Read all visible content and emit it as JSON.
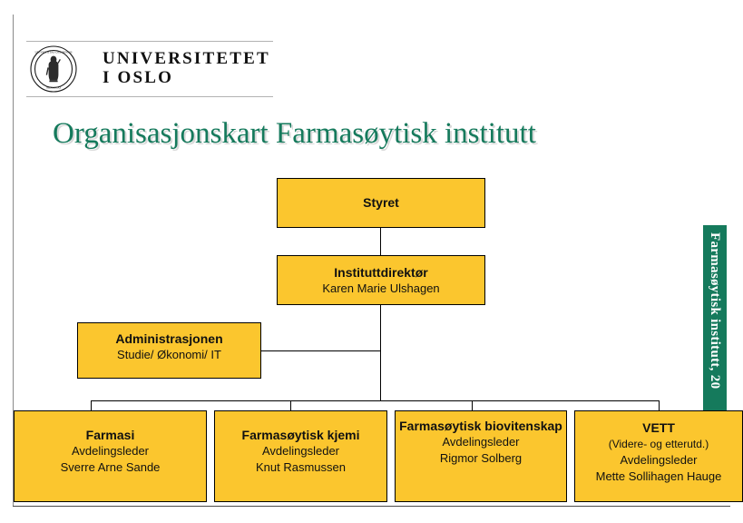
{
  "header": {
    "logo_icon": "uio-seal-icon",
    "wordmark_line1": "UNIVERSITETET",
    "wordmark_line2": "I OSLO"
  },
  "title": "Organisasjonskart Farmasøytisk institutt",
  "side_band": {
    "text": "Farmasøytisk institutt, 20",
    "color": "#157a5c"
  },
  "colors": {
    "box_fill": "#fbc62e",
    "box_border": "#000000",
    "title_text": "#157a5c",
    "band": "#157a5c"
  },
  "chart_data": {
    "type": "diagram",
    "title": "Organisasjonskart Farmasøytisk institutt",
    "nodes": [
      {
        "id": "styret",
        "title": "Styret",
        "lines": [],
        "level": 0
      },
      {
        "id": "direktor",
        "title": "Instituttdirektør",
        "lines": [
          "Karen Marie Ulshagen"
        ],
        "level": 1
      },
      {
        "id": "admin",
        "title": "Administrasjonen",
        "lines": [
          "Studie/ Økonomi/ IT"
        ],
        "level": 2
      },
      {
        "id": "farmasi",
        "title": "Farmasi",
        "lines": [
          "Avdelingsleder",
          "Sverre Arne Sande"
        ],
        "level": 3
      },
      {
        "id": "kjemi",
        "title": "Farmasøytisk kjemi",
        "lines": [
          "Avdelingsleder",
          "Knut Rasmussen"
        ],
        "level": 3
      },
      {
        "id": "bio",
        "title": "Farmasøytisk biovitenskap",
        "lines": [
          "Avdelingsleder",
          "Rigmor Solberg"
        ],
        "level": 3
      },
      {
        "id": "vett",
        "title": "VETT",
        "lines": [
          "(Videre- og etterutd.)",
          "Avdelingsleder",
          "Mette Sollihagen Hauge"
        ],
        "level": 3
      }
    ],
    "edges": [
      {
        "from": "styret",
        "to": "direktor"
      },
      {
        "from": "direktor",
        "to": "admin"
      },
      {
        "from": "direktor",
        "to": "farmasi"
      },
      {
        "from": "direktor",
        "to": "kjemi"
      },
      {
        "from": "direktor",
        "to": "bio"
      },
      {
        "from": "direktor",
        "to": "vett"
      }
    ]
  },
  "boxes": {
    "styret": {
      "title": "Styret"
    },
    "direktor": {
      "title": "Instituttdirektør",
      "name": "Karen Marie Ulshagen"
    },
    "admin": {
      "title": "Administrasjonen",
      "sub": "Studie/ Økonomi/ IT"
    },
    "farmasi": {
      "title": "Farmasi",
      "role": "Avdelingsleder",
      "name": "Sverre Arne Sande"
    },
    "kjemi": {
      "title": "Farmasøytisk kjemi",
      "role": "Avdelingsleder",
      "name": "Knut Rasmussen"
    },
    "bio": {
      "title": "Farmasøytisk biovitenskap",
      "role": "Avdelingsleder",
      "name": "Rigmor Solberg"
    },
    "vett": {
      "title": "VETT",
      "note": "(Videre- og etterutd.)",
      "role": "Avdelingsleder",
      "name": "Mette Sollihagen Hauge"
    }
  }
}
